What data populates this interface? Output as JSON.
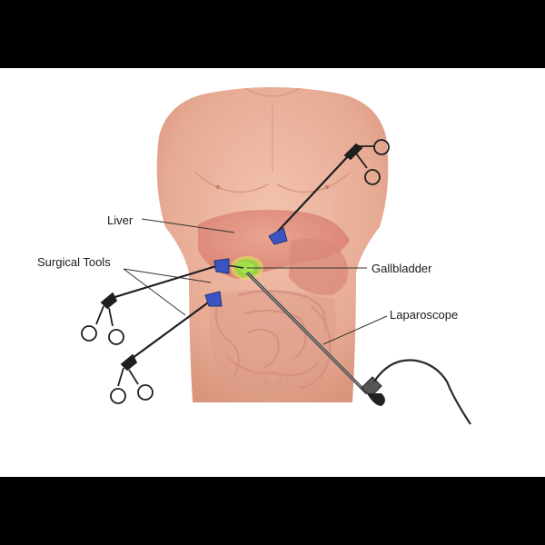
{
  "labels": {
    "liver": "Liver",
    "surgical_tools": "Surgical Tools",
    "gallbladder": "Gallbladder",
    "laparoscope": "Laparoscope"
  },
  "colors": {
    "background": "#ffffff",
    "letterbox": "#000000",
    "skin": "#e8b29d",
    "liver": "#df8f7f",
    "gallbladder": "#8fd13f",
    "instrument": "#1f1f1f",
    "port": "#3a55c2",
    "label_text": "#1a1a1a"
  },
  "icons": [
    "surgical-grasper-icon",
    "laparoscope-camera-icon",
    "trocar-port-icon"
  ]
}
